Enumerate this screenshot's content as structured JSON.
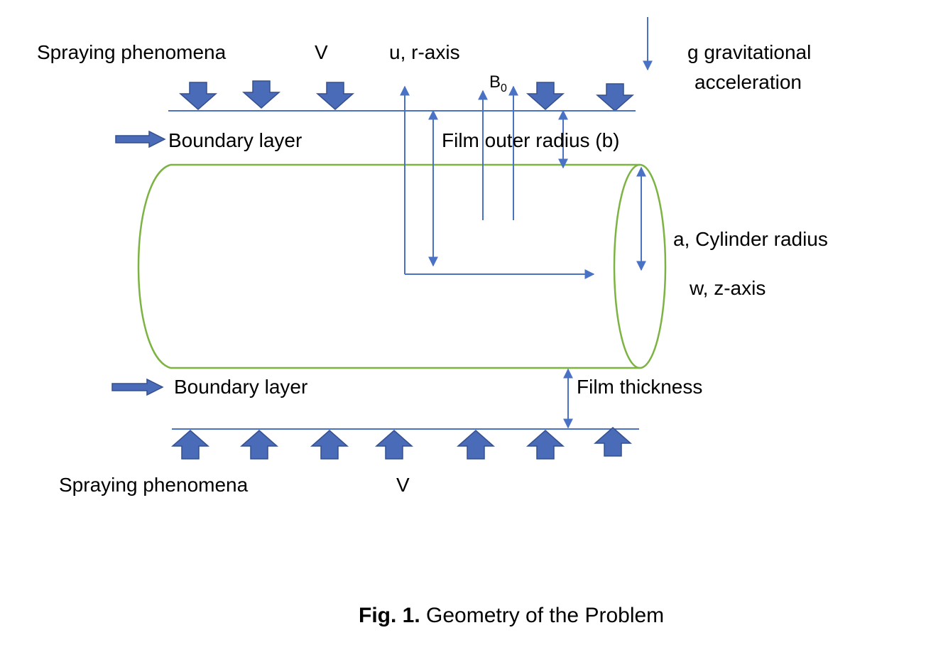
{
  "labels": {
    "spraying_top": "Spraying phenomena",
    "v_top": "V",
    "u_r_axis": "u, r-axis",
    "gravity_line1": "g gravitational",
    "gravity_line2": "acceleration",
    "b0_base": "B",
    "b0_sub": "0",
    "boundary_top": "Boundary layer",
    "film_outer_radius": "Film outer radius (b)",
    "cylinder_radius": "a, Cylinder radius",
    "w_z_axis": "w, z-axis",
    "boundary_bottom": "Boundary layer",
    "film_thickness": "Film thickness",
    "spraying_bottom": "Spraying phenomena",
    "v_bottom": "V"
  },
  "caption": {
    "prefix": "Fig. 1.",
    "text": " Geometry of the Problem"
  },
  "colors": {
    "arrow_fill": "#4a6bb8",
    "line": "#4a72c4",
    "cylinder": "#7cb342"
  }
}
